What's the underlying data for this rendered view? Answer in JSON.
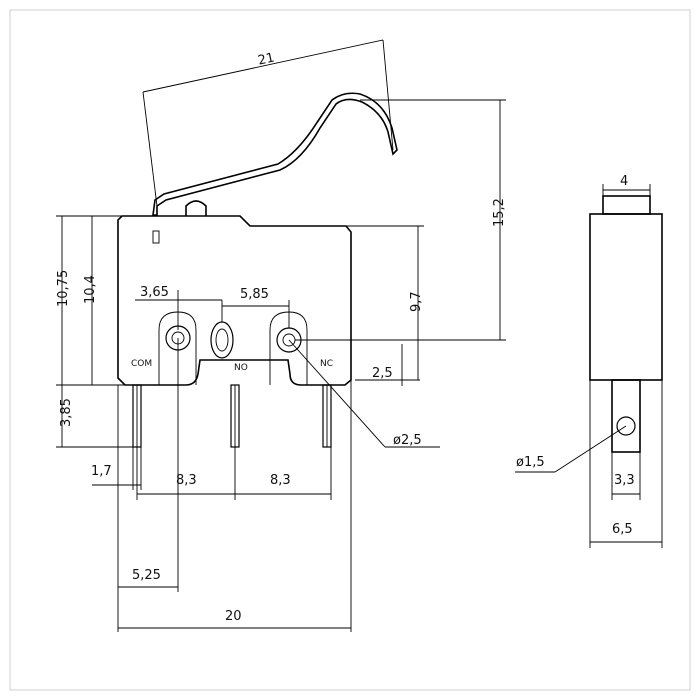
{
  "dimensions": {
    "lever_length": "21",
    "total_height": "15,2",
    "body_height_outer": "10,75",
    "body_height": "10,4",
    "terminal_length": "3,85",
    "terminal_spacing_com_no": "3,65",
    "terminal_spacing_no_nc": "5,85",
    "housing_to_hole": "9,7",
    "hole_offset": "2,5",
    "hole_diameter": "ø2,5",
    "terminal_width": "1,7",
    "pitch_left": "8,3",
    "pitch_right": "8,3",
    "hole_from_left": "5,25",
    "body_length": "20",
    "actuator_width": "4",
    "terminal_hole_diameter": "ø1,5",
    "terminal_tab_width": "3,3",
    "body_width": "6,5"
  },
  "pin_labels": {
    "com": "COM",
    "no": "NO",
    "nc": "NC"
  }
}
